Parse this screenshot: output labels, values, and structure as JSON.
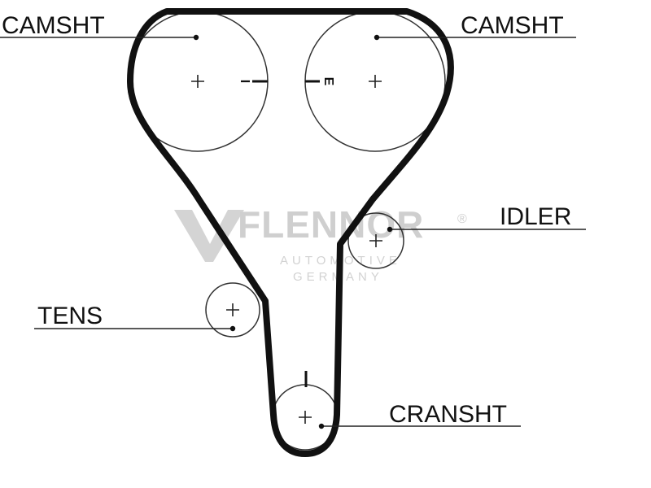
{
  "labels": {
    "camshaft_left": "CAMSHT",
    "camshaft_right": "CAMSHT",
    "idler": "IDLER",
    "tensioner": "TENS",
    "crankshaft": "CRANSHT"
  },
  "timing_marks": {
    "left": "I",
    "right": "E"
  },
  "watermark": {
    "brand": "FLENNOR",
    "line1": "AUTOMOTIVE",
    "line2": "GERMANY",
    "registered": "®"
  },
  "colors": {
    "belt": "#111111",
    "pulley": "#333333",
    "watermark": "#cfcfcf"
  }
}
